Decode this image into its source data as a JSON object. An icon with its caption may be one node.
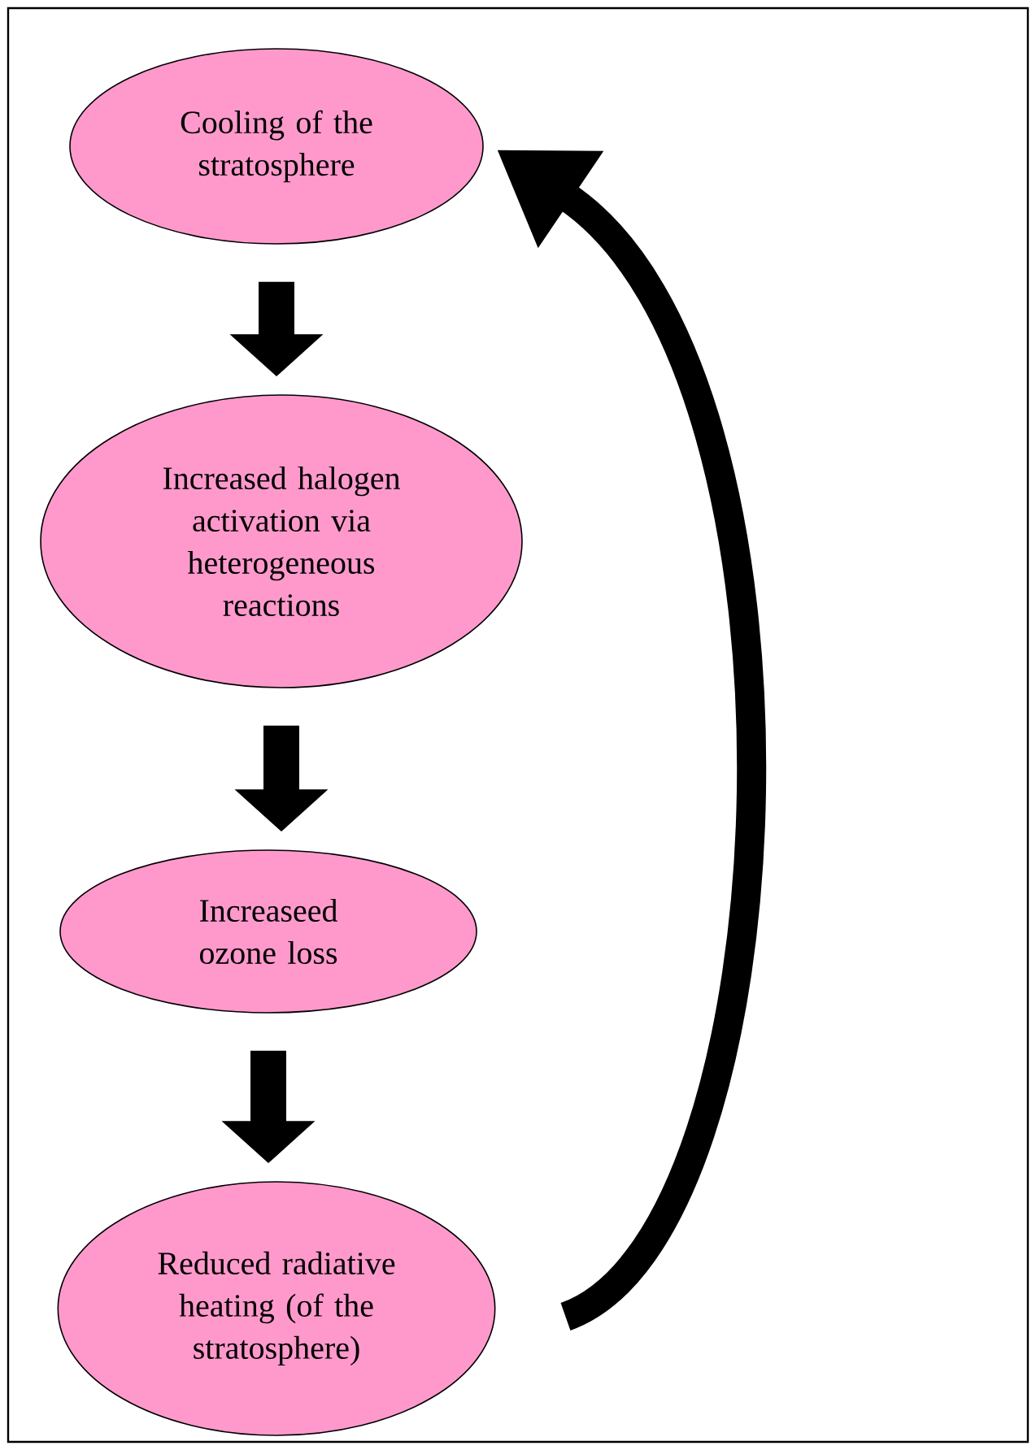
{
  "diagram": {
    "nodes": [
      {
        "text": [
          "Cooling of the stratosphere"
        ]
      },
      {
        "text": [
          "Increased halogen activation via heterogeneous reactions"
        ]
      },
      {
        "text": [
          "Increaseed ozone loss"
        ]
      },
      {
        "text": [
          "Reduced radiative heating (of the stratosphere)"
        ]
      }
    ],
    "edges": [
      {
        "from": 0,
        "to": 1,
        "arrow": "to"
      },
      {
        "from": 1,
        "to": 2,
        "arrow": "to"
      },
      {
        "from": 2,
        "to": 3,
        "arrow": "to"
      },
      {
        "from": 3,
        "to": 0,
        "arrow": "to"
      }
    ]
  }
}
